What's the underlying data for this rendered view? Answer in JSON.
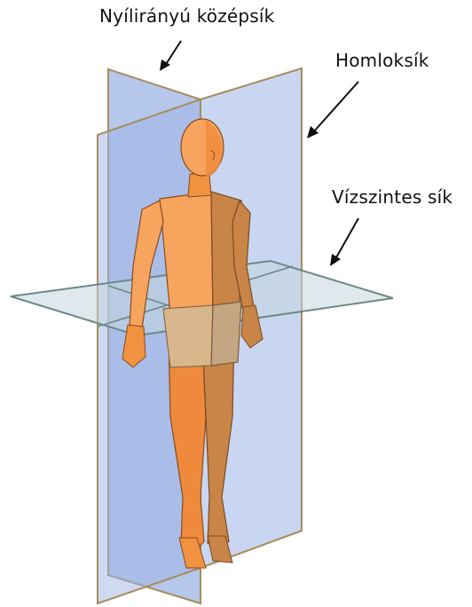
{
  "labels": {
    "sagittal": "Nyílirányú középsík",
    "coronal": "Homloksík",
    "horizontal": "Vízszintes sík"
  },
  "colors": {
    "plane_fill": "#9db4e6",
    "plane_stroke": "#a88c5c",
    "horizontal_fill": "#c4d7de",
    "skin_light": "#f7a45e",
    "skin_mid": "#ef8a3c",
    "skin_shadow": "#c98447",
    "shorts": "#cdb28c",
    "shadow_side": "#c4a683",
    "arrow": "#111111"
  },
  "icons": [
    "arrow-icon"
  ]
}
